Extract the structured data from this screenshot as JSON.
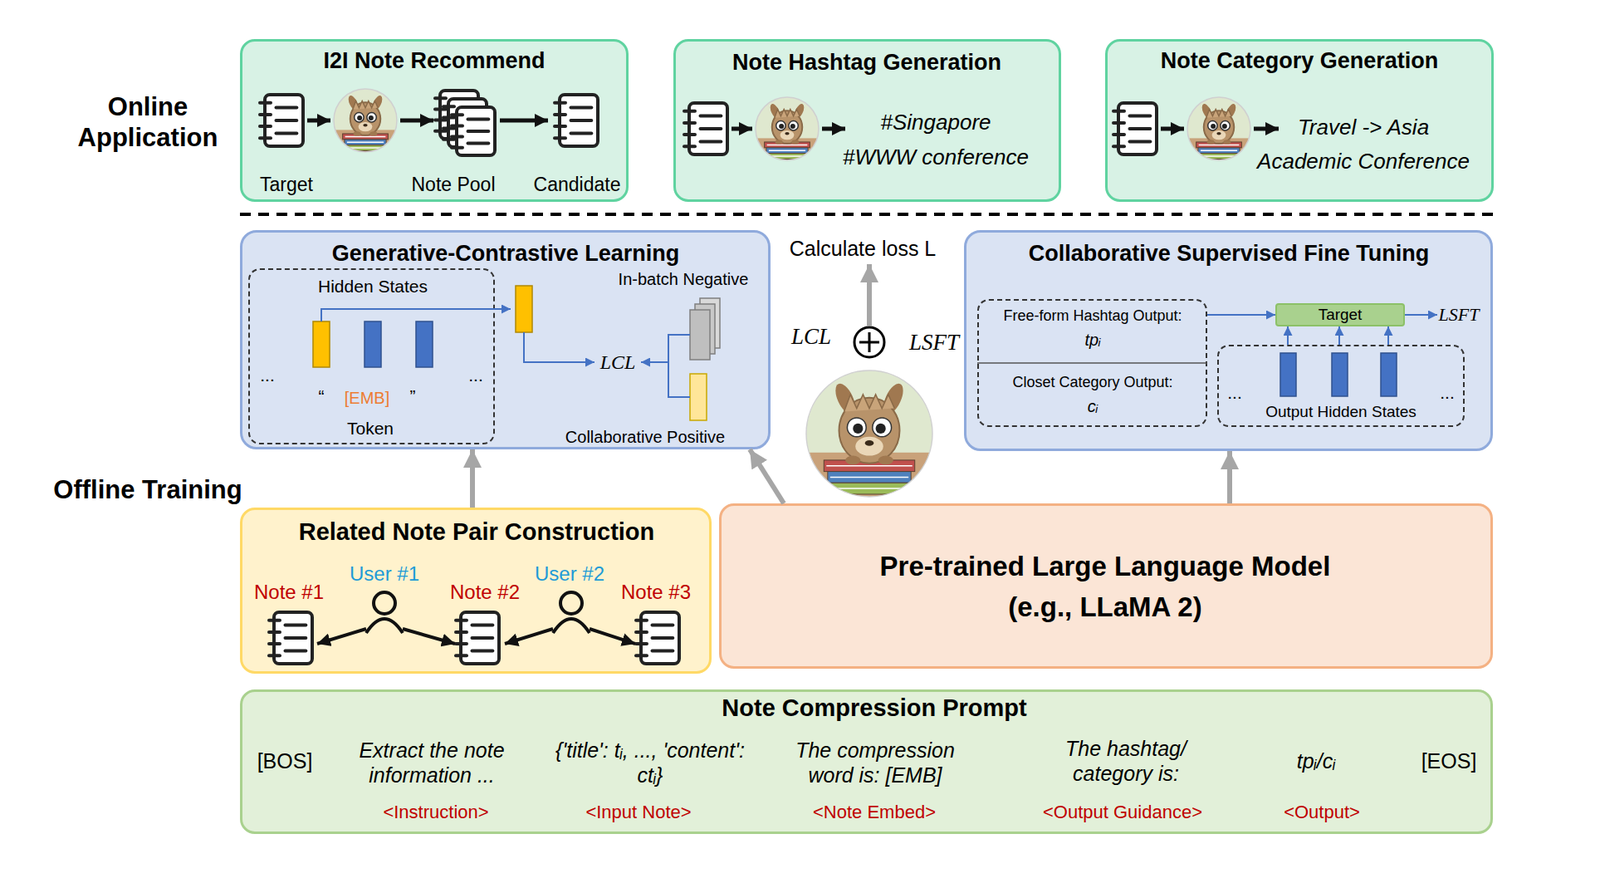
{
  "diagram": {
    "nodes": [
      {
        "text": [
          "I2I Note Recommend",
          "Target",
          "Note Pool",
          "Candidate"
        ]
      },
      {
        "text": [
          "Note Hashtag Generation",
          "#Singapore",
          "#WWW conference"
        ]
      },
      {
        "text": [
          "Note Category Generation",
          "Travel -> Asia",
          "Academic Conference"
        ]
      },
      {
        "text": [
          "Generative-Contrastive Learning",
          "In-batch Negative",
          "LCL",
          "Collaborative Positive"
        ]
      },
      {
        "text": [
          "Hidden States",
          "...",
          "“",
          "[EMB]",
          "”",
          "...",
          "Token"
        ],
        "in": 3
      },
      {
        "text": [
          "Collaborative Supervised Fine Tuning",
          "LSFT"
        ]
      },
      {
        "text": [
          "Free-form Hashtag Output:",
          "tpᵢ",
          "Closet Category Output:",
          "cᵢ"
        ],
        "in": 5
      },
      {
        "text": [
          "Target"
        ],
        "in": 5
      },
      {
        "text": [
          "...",
          "...",
          "Output Hidden States"
        ],
        "in": 5
      },
      {
        "text": [
          "Related Note Pair Construction",
          "User #1",
          "User #2",
          "Note #1",
          "Note #2",
          "Note #3"
        ]
      },
      {
        "text": [
          "Pre-trained Large Language Model",
          "(e.g., LLaMA 2)"
        ]
      },
      {
        "text": [
          "Note Compression Prompt",
          "[BOS]",
          "Extract the note information ...",
          "{'title': tᵢ, ..., 'content': ctᵢ}",
          "The compression word is: [EMB]",
          "The hashtag/ category is:",
          "tpᵢ/cᵢ",
          "[EOS]",
          "<Instruction>",
          "<Input Note>",
          "<Note Embed>",
          "<Output Guidance>",
          "<Output>"
        ]
      }
    ],
    "edges": [
      {
        "from": 9,
        "to": 3,
        "arrow": "to"
      },
      {
        "from": 10,
        "to": 3,
        "arrow": "to"
      },
      {
        "from": 10,
        "to": 5,
        "arrow": "to"
      },
      {
        "from": 6,
        "to": 7,
        "arrow": "to"
      },
      {
        "from": 8,
        "to": 7,
        "arrow": "to"
      },
      {
        "from": 8,
        "to": 7,
        "arrow": "to"
      },
      {
        "from": 8,
        "to": 7,
        "arrow": "to"
      }
    ],
    "labels": [
      "Online Application",
      "Offline Training",
      "Calculate loss L",
      "LCL",
      "LSFT"
    ]
  }
}
